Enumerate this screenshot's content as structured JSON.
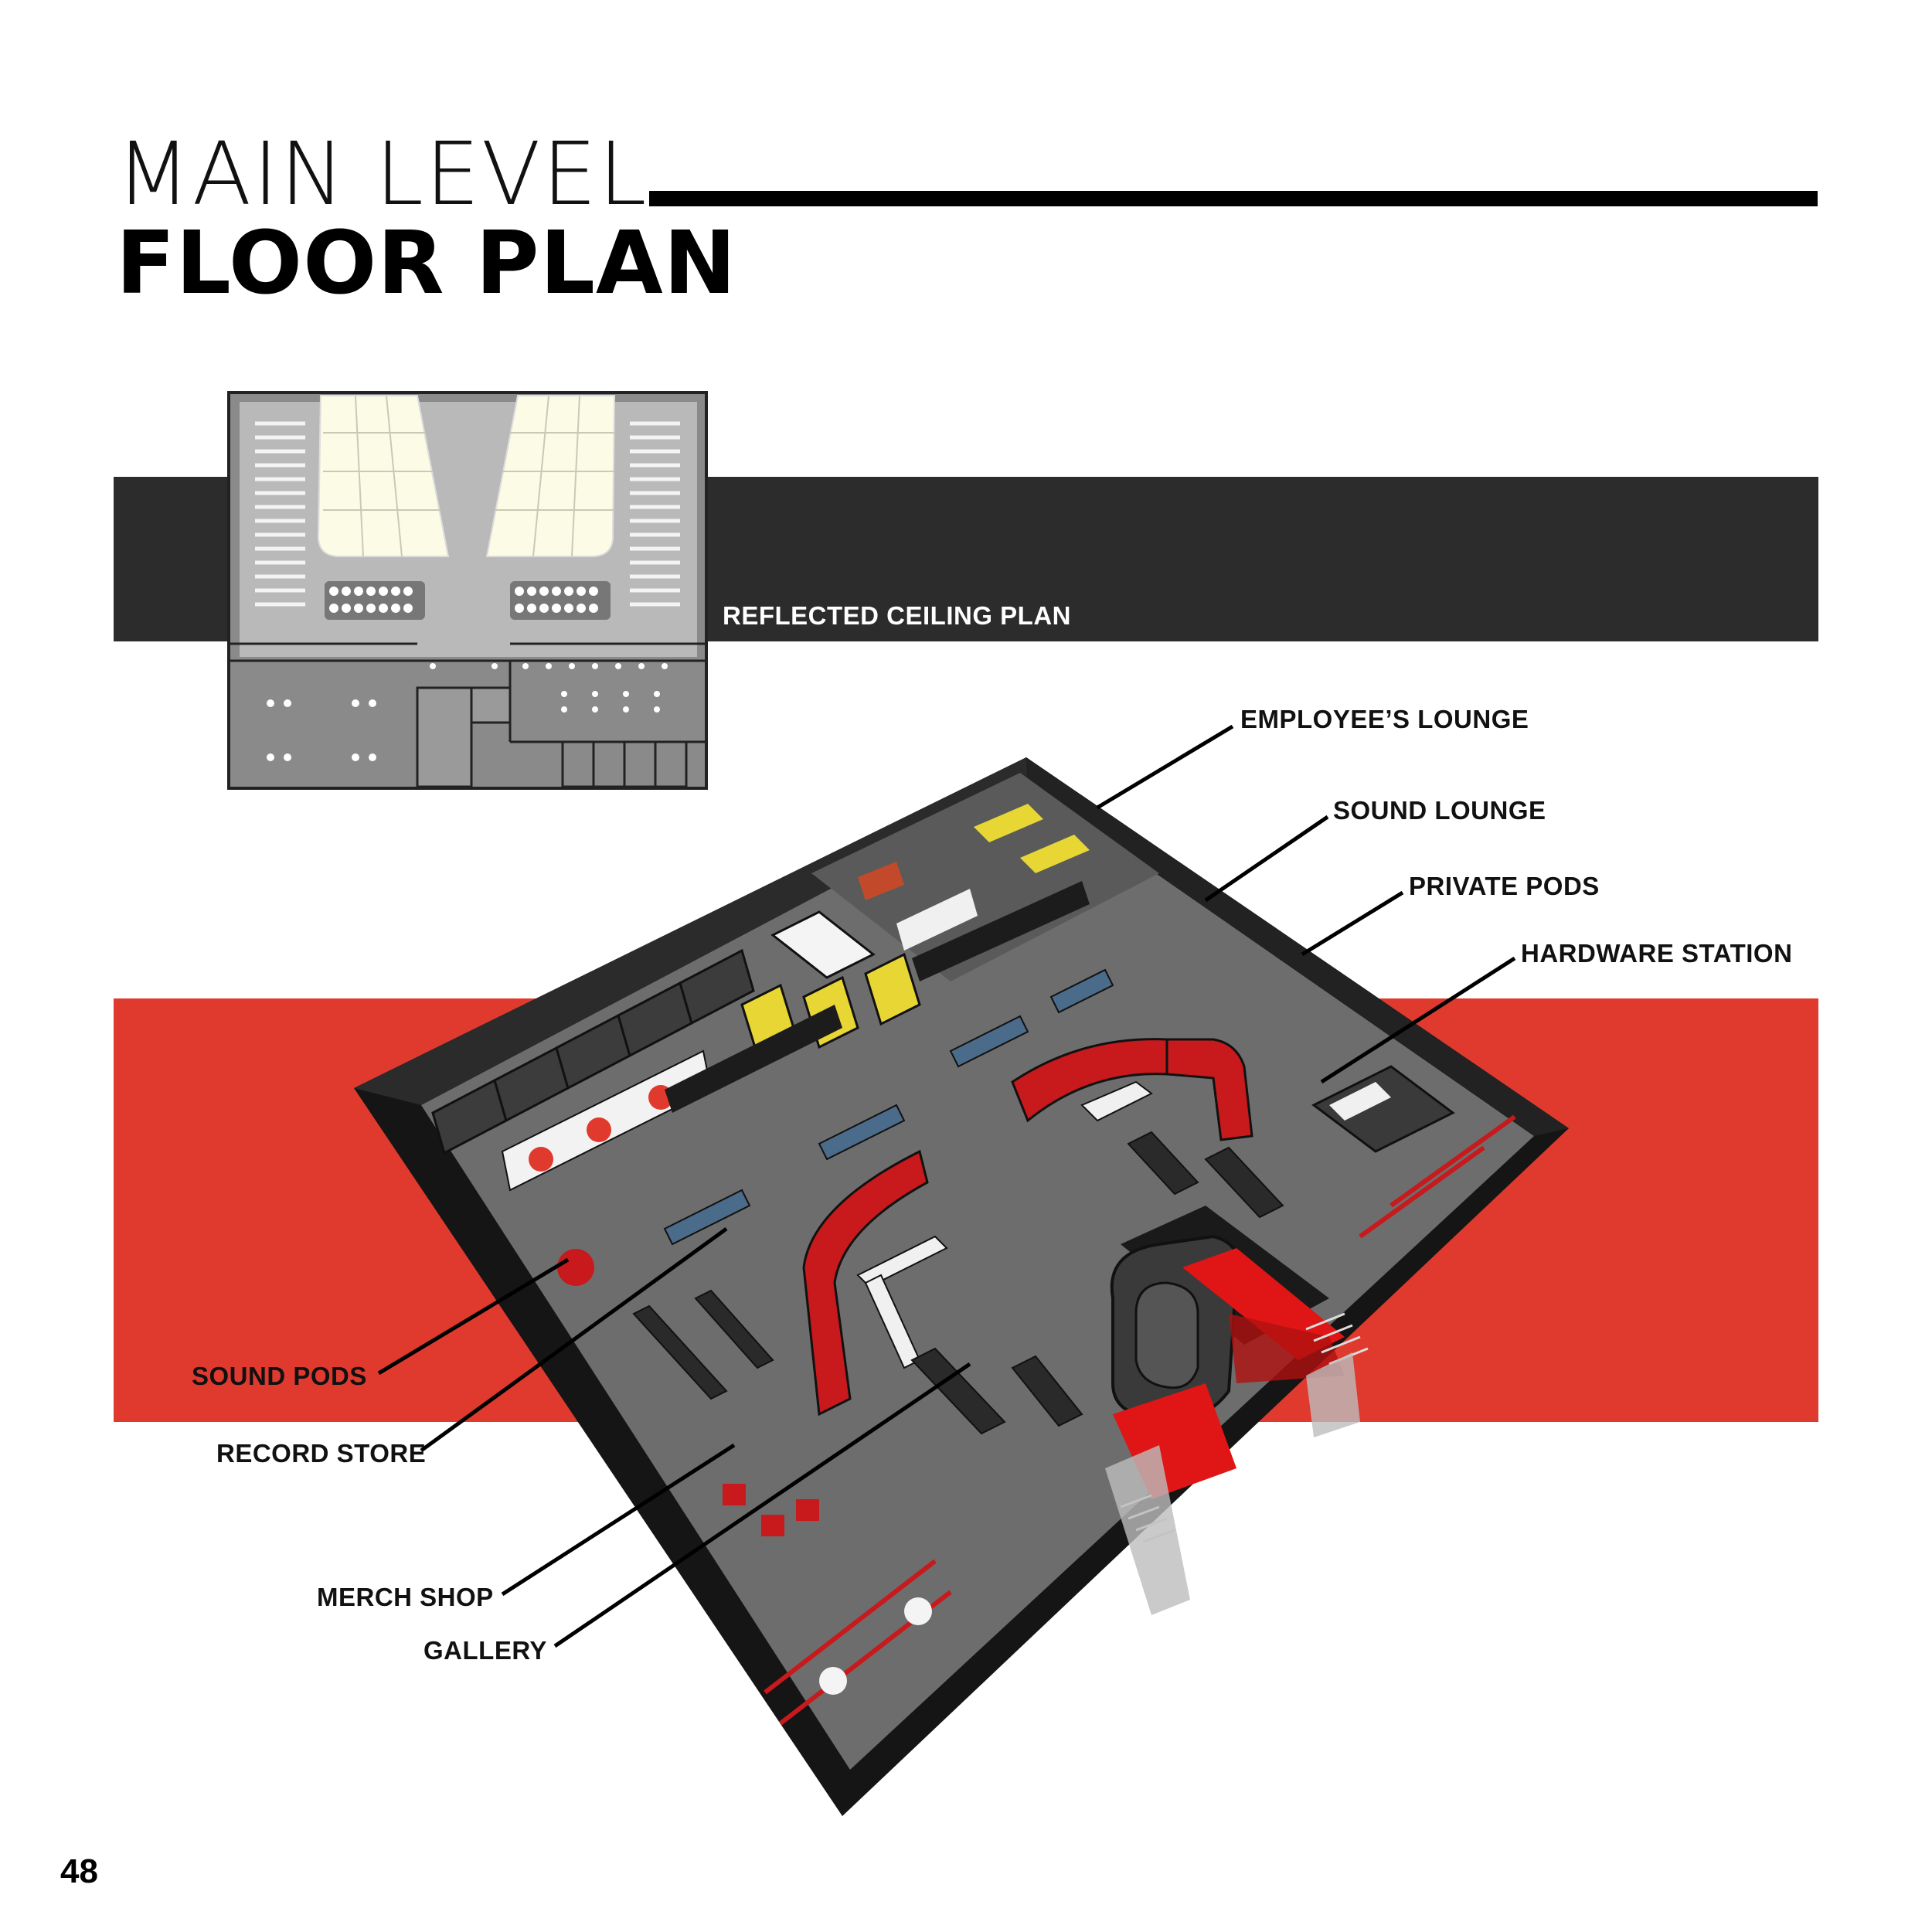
{
  "heading": {
    "line1": "MAIN LEVEL",
    "line2": "FLOOR PLAN"
  },
  "ceiling_plan": {
    "caption": "REFLECTED CEILING PLAN"
  },
  "callouts": {
    "employees_lounge": "EMPLOYEE’S LOUNGE",
    "sound_lounge": "SOUND LOUNGE",
    "private_pods": "PRIVATE PODS",
    "hardware_station": "HARDWARE STATION",
    "sound_pods": "SOUND PODS",
    "record_store": "RECORD STORE",
    "merch_shop": "MERCH SHOP",
    "gallery": "GALLERY"
  },
  "page_number": "48",
  "colors": {
    "accent_red": "#e03a2f",
    "band_dark": "#2c2c2c",
    "floor_gray": "#6b6b6b",
    "wall_black": "#1a1a1a",
    "furniture_yellow": "#e8d635"
  }
}
